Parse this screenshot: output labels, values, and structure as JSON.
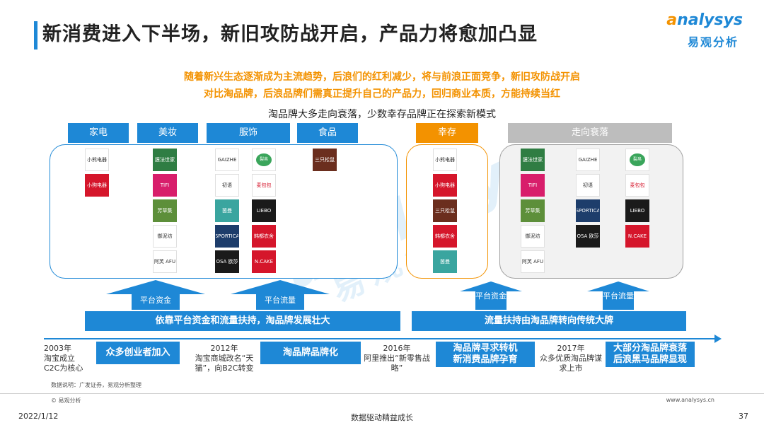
{
  "header": {
    "title": "新消费进入下半场，新旧攻防战开启，产品力将愈加凸显",
    "logo_en_prefix": "a",
    "logo_en_rest": "nalysys",
    "logo_cn": "易观分析"
  },
  "intro": {
    "line1": "随着新兴生态逐渐成为主流趋势，后浪们的红利减少，将与前浪正面竞争，新旧攻防战开启",
    "line2": "对比淘品牌，后浪品牌们需真正提升自己的产品力，回归商业本质，方能持续当红",
    "line3": "淘品牌大多走向衰落，少数幸存品牌正在探索新模式"
  },
  "categories": {
    "appliance": "家电",
    "beauty": "美妆",
    "apparel": "服饰",
    "food": "食品",
    "survived": "幸存",
    "declining": "走向衰落"
  },
  "brands": {
    "xiaoxiong": "小熊电器",
    "banshi": "膜法世家",
    "tifi": "TIFI",
    "qianhua": "芳草集",
    "yuzhenai": "御泥坊",
    "afu": "阿芙 AFU",
    "gaizhe": "GAIZHE",
    "yishiyu": "裂帛",
    "chuyu": "初语",
    "teenie": "茵曼",
    "sportica": "SPORTICA",
    "osa": "OSA 欧莎",
    "mai": "麦包包",
    "liebo": "LIEBO",
    "handu": "韩都衣舍",
    "ncake": "N.CAKE",
    "three_squirrels": "三只松鼠",
    "xiaoguo": "小狗电器"
  },
  "arrows": {
    "platform_funds": "平台资金",
    "platform_traffic": "平台流量",
    "platform_funds_2": "平台资金",
    "platform_traffic_2": "平台流量"
  },
  "bands": {
    "left": "依靠平台资金和流量扶持，淘品牌发展壮大",
    "right": "流量扶持由淘品牌转向传统大牌"
  },
  "timeline": {
    "t2003": "2003年\n淘宝成立\nC2C为核心",
    "b1": "众多创业者加入",
    "t2012": "2012年\n淘宝商城改名“天猫”，向B2C转变",
    "b2": "淘品牌品牌化",
    "t2016": "2016年\n阿里推出“新零售战略”",
    "b3": "淘品牌寻求转机\n新消费品牌孕育",
    "t2017": "2017年\n众多优质淘品牌谋求上市",
    "b4": "大部分淘品牌衰落\n后浪黑马品牌显现"
  },
  "source": "数据说明：广发证券，易观分析整理",
  "footer": {
    "copyright": "© 易观分析",
    "website": "www.analysys.cn",
    "date": "2022/1/12",
    "slogan": "数据驱动精益成长",
    "page": "37"
  },
  "watermark": {
    "en": "analysys",
    "cn": "易观分析"
  }
}
